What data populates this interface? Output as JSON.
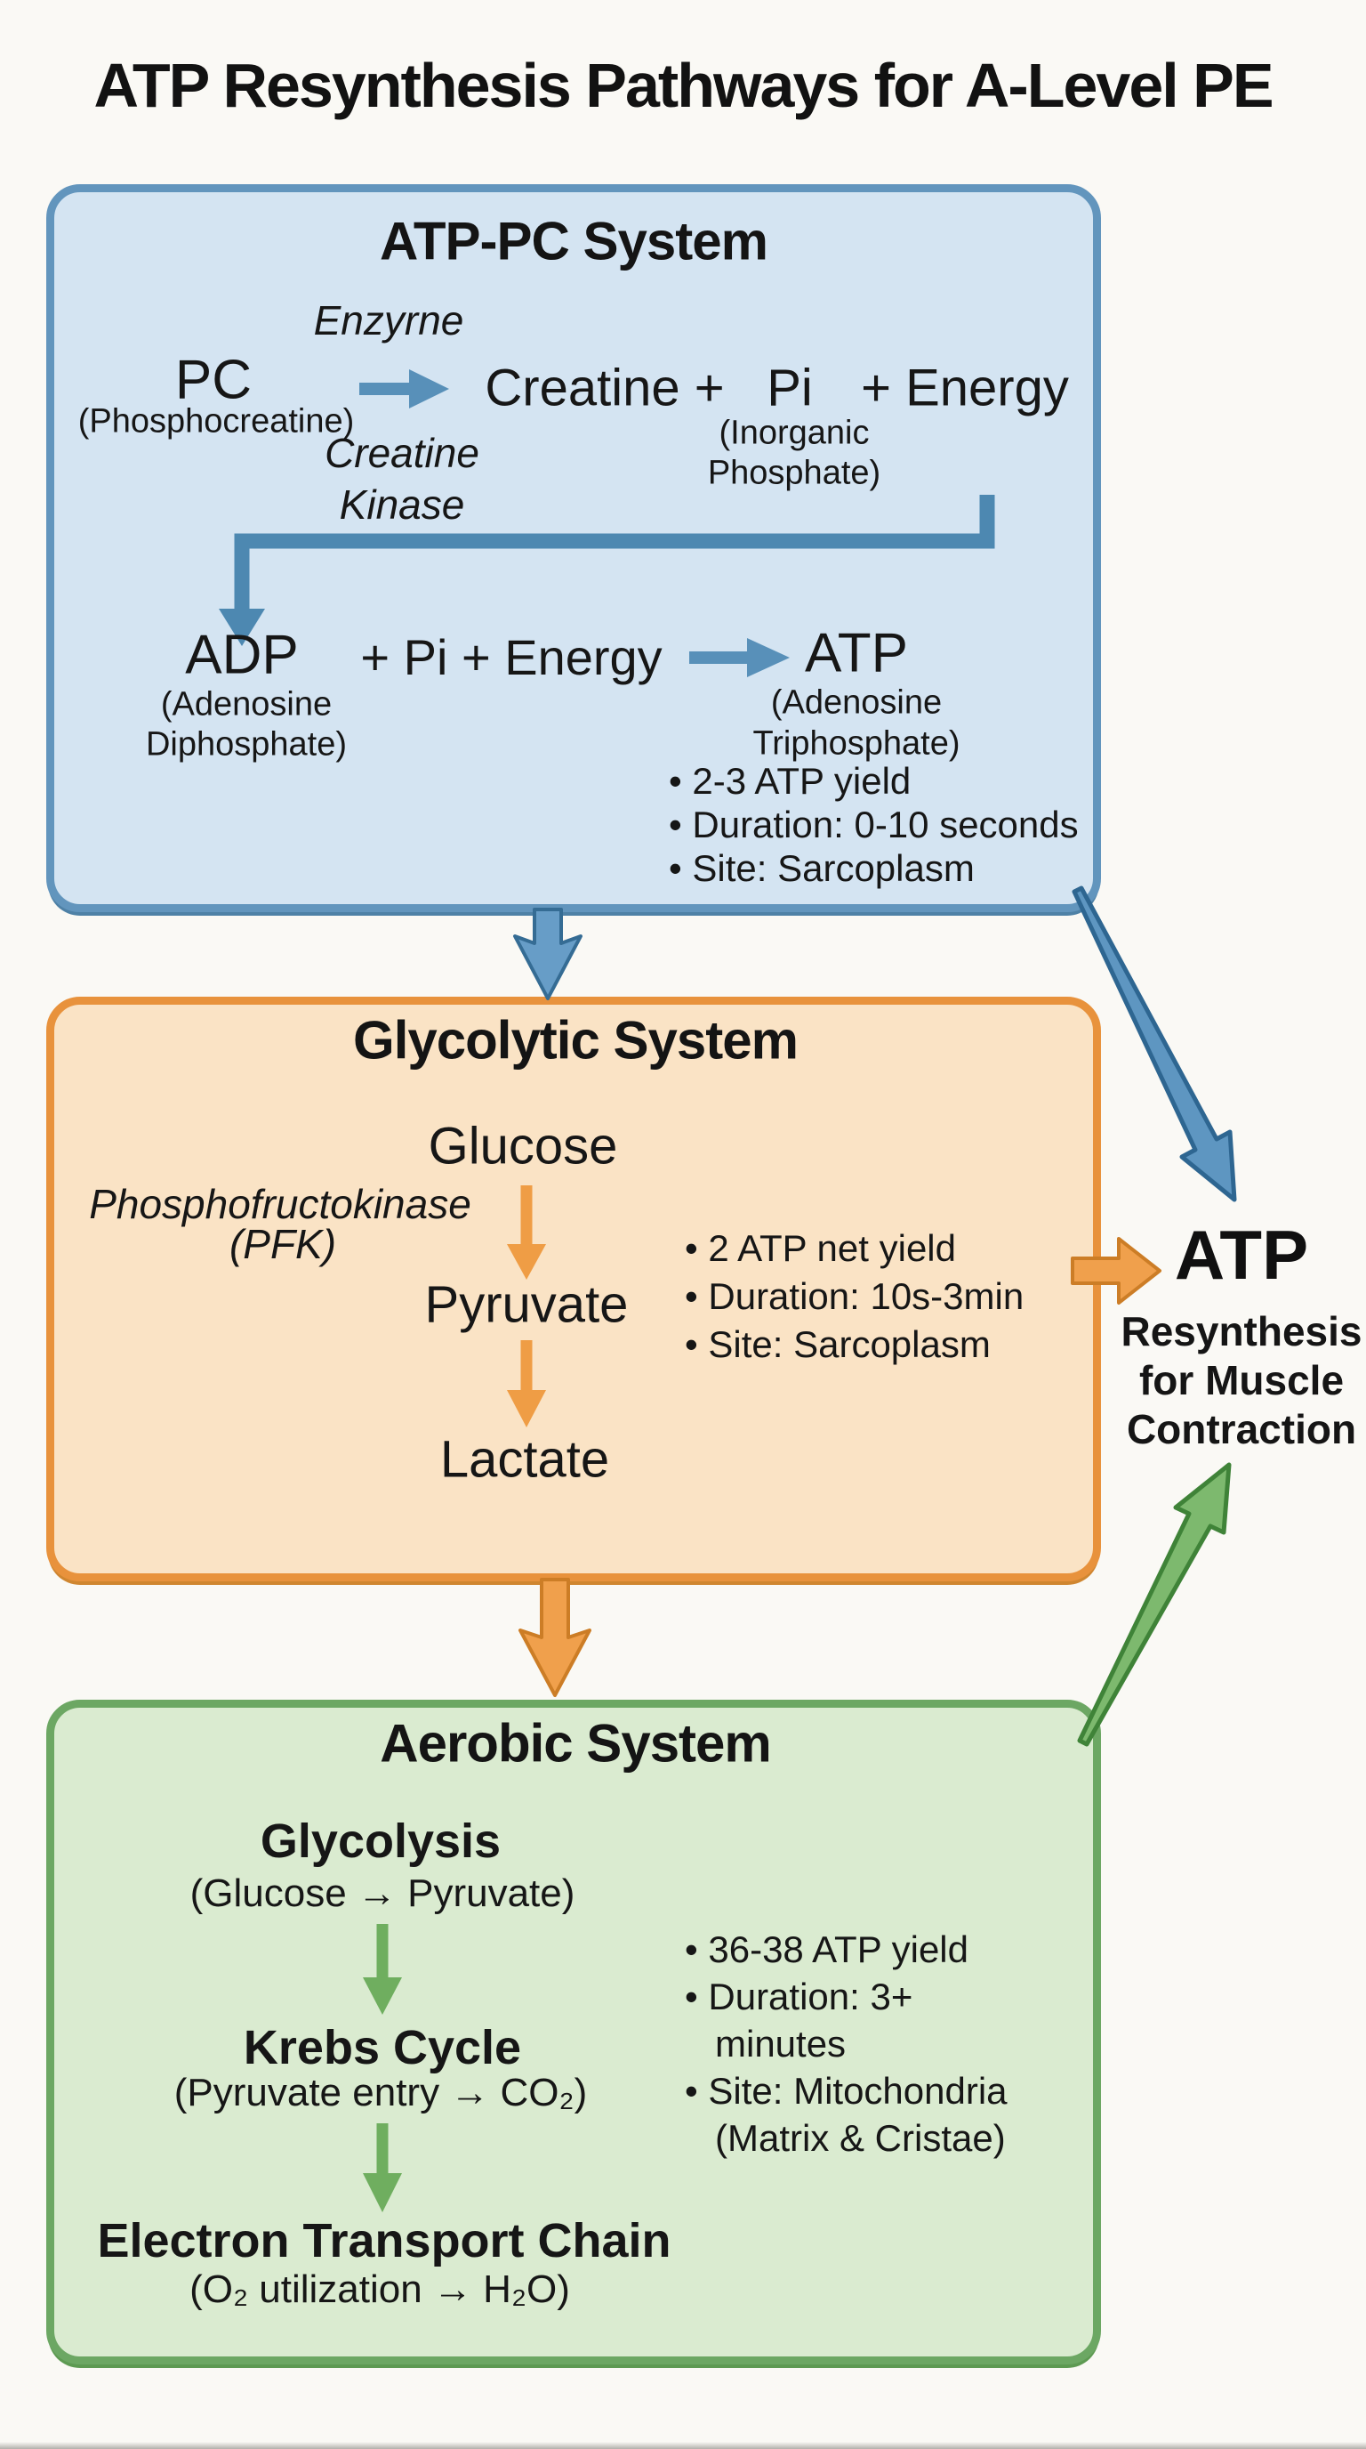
{
  "title": "ATP Resynthesis Pathways for A-Level PE",
  "colors": {
    "background": "#faf9f5",
    "atp_pc_fill": "#d4e4f2",
    "atp_pc_border": "#6295bd",
    "blue_arrow": "#5e96c1",
    "glycolytic_fill": "#fae3c5",
    "glycolytic_border": "#e8923c",
    "orange_arrow": "#f0a04c",
    "aerobic_fill": "#daebd0",
    "aerobic_border": "#6ca763",
    "green_arrow": "#7db96e",
    "text": "#161616"
  },
  "atp_pc_system": {
    "title": "ATP-PC System",
    "enzyme_label": "Enzyrne",
    "substrate": "PC",
    "substrate_sub": "(Phosphocreatine)",
    "product_1": "Creatine +",
    "product_2": "Pi",
    "product_3": "+ Energy",
    "pi_sub_line1": "(Inorganic",
    "pi_sub_line2": "Phosphate)",
    "enzyme_line1": "Creatine",
    "enzyme_line2": "Kinase",
    "adp": "ADP",
    "adp_sub_line1": "(Adenosine",
    "adp_sub_line2": "Diphosphate)",
    "reaction_2": "+ Pi + Energy",
    "atp": "ATP",
    "atp_sub_line1": "(Adenosine",
    "atp_sub_line2": "Triphosphate)",
    "bullets": [
      "2-3 ATP yield",
      "Duration: 0-10 seconds",
      "Site: Sarcoplasm"
    ]
  },
  "glycolytic_system": {
    "title": "Glycolytic System",
    "glucose": "Glucose",
    "enzyme_line1": "Phosphofructokinase",
    "enzyme_line2": "(PFK)",
    "pyruvate": "Pyruvate",
    "lactate": "Lactate",
    "bullets": [
      "2 ATP net yield",
      "Duration: 10s-3min",
      "Site: Sarcoplasm"
    ]
  },
  "aerobic_system": {
    "title": "Aerobic System",
    "stage1": "Glycolysis",
    "stage1_sub": "(Glucose → Pyruvate)",
    "stage2": "Krebs Cycle",
    "stage2_sub": "(Pyruvate entry → CO₂)",
    "stage3": "Electron Transport Chain",
    "stage3_sub": "(O₂ utilization → H₂O)",
    "bullets": [
      "36-38 ATP yield",
      "Duration: 3+\nminutes",
      "Site: Mitochondria\n(Matrix & Cristae)"
    ]
  },
  "output": {
    "heading": "ATP",
    "line1": "Resynthesis",
    "line2": "for Muscle",
    "line3": "Contraction"
  }
}
